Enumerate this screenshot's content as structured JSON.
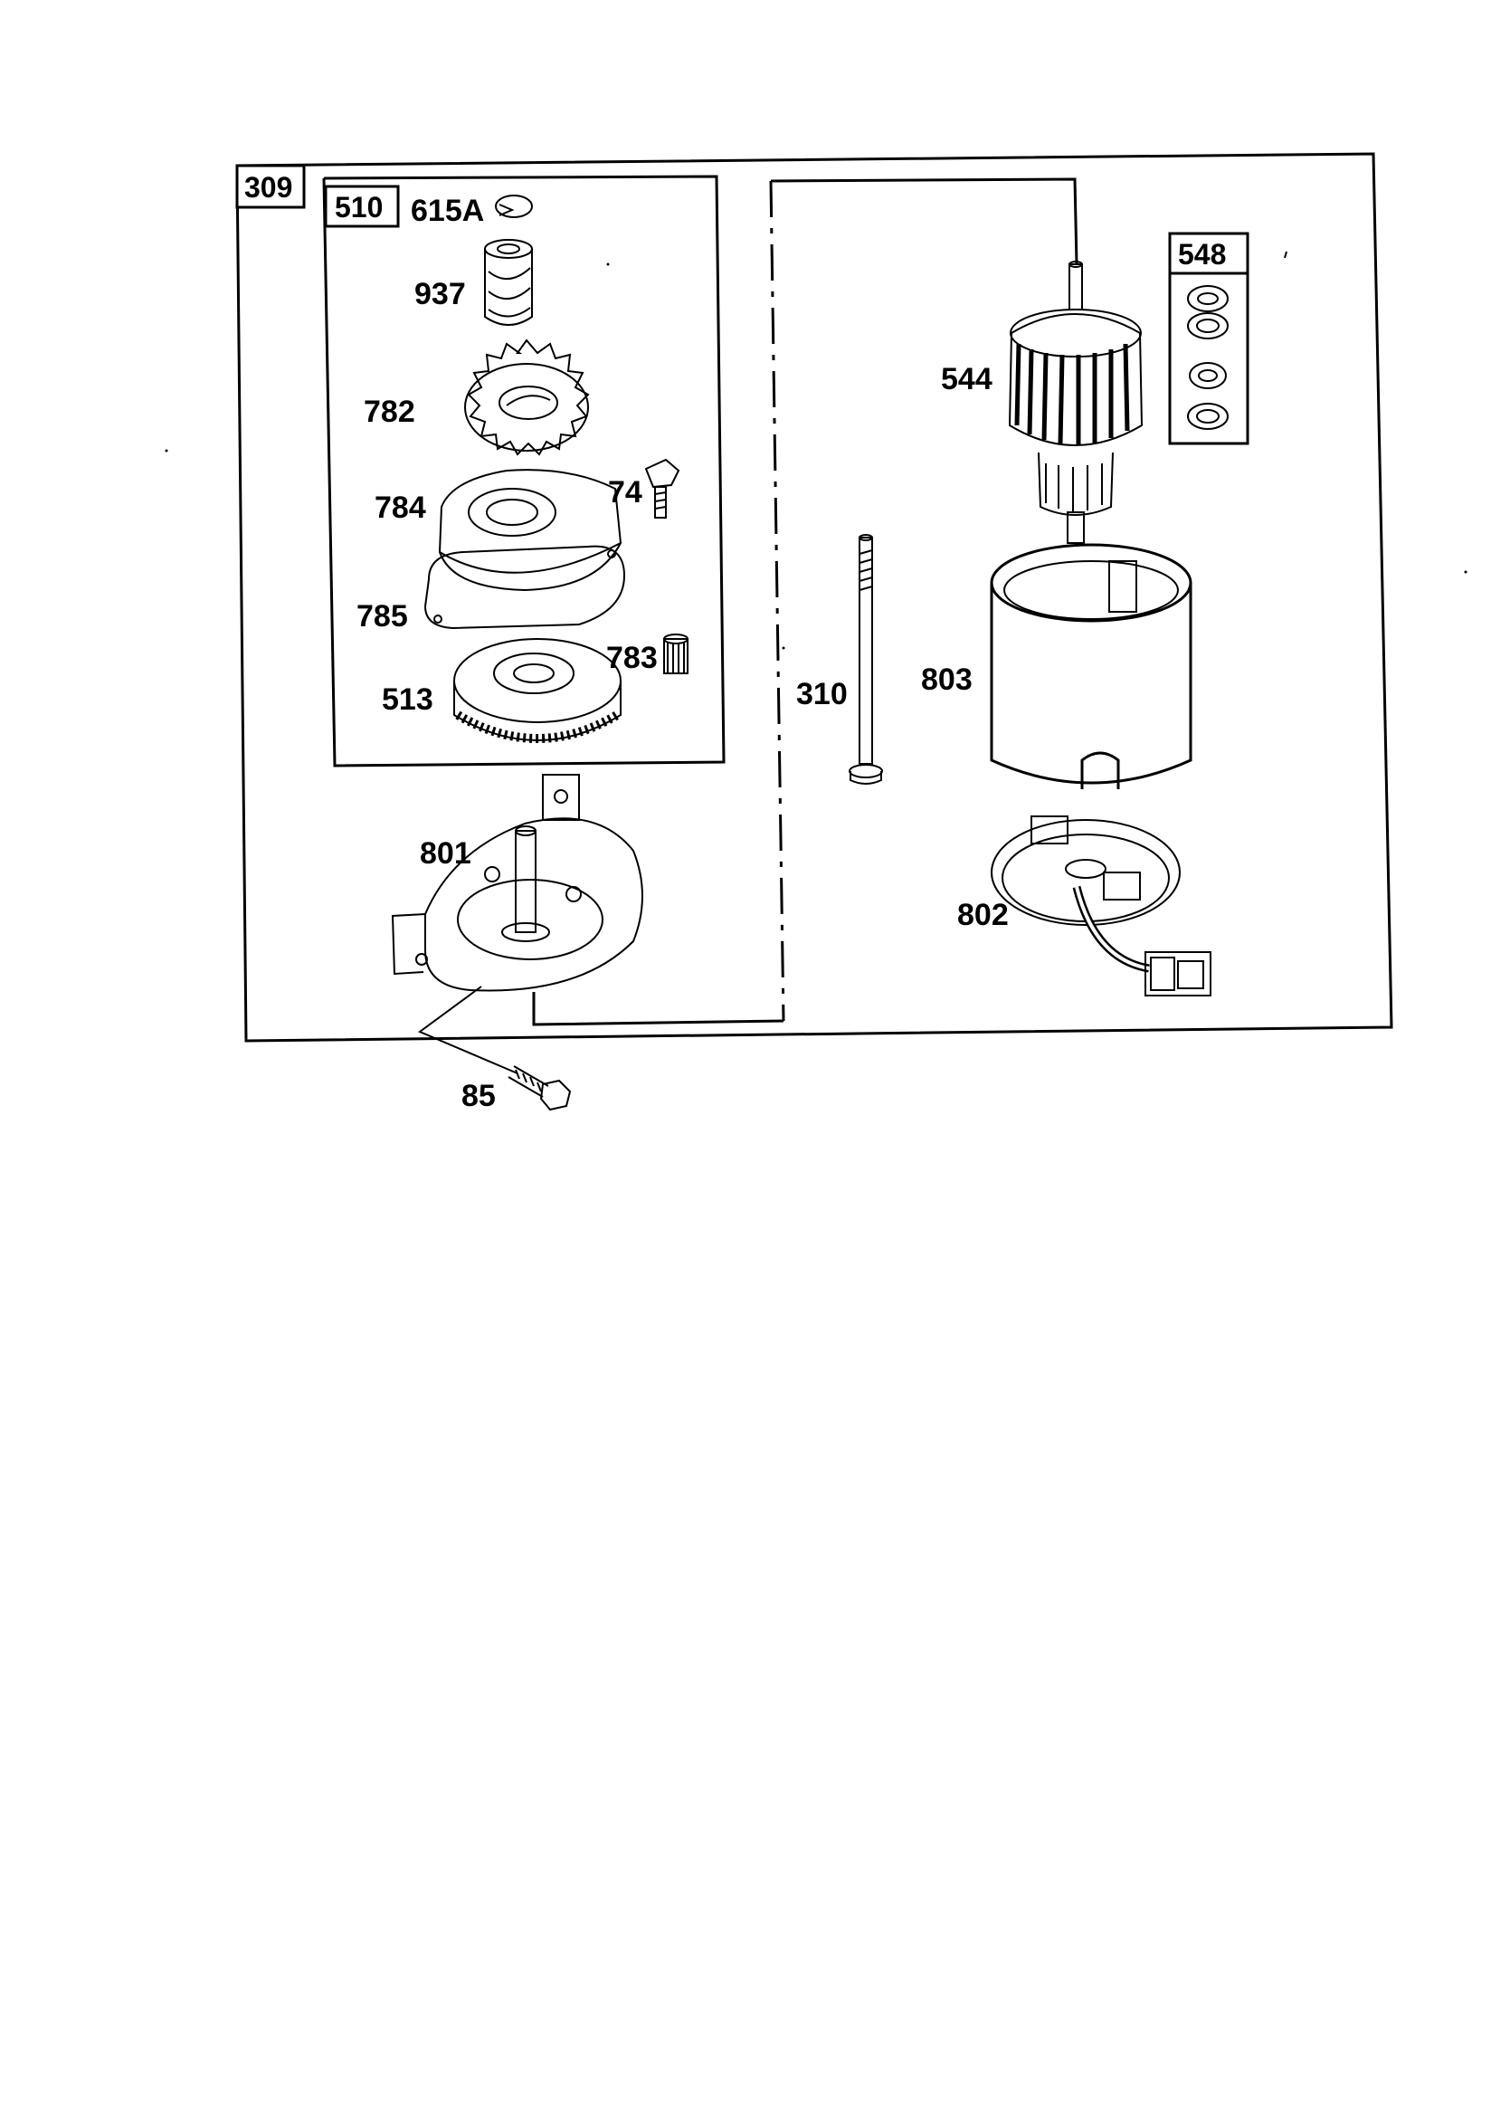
{
  "assembly_labels": {
    "outer": "309",
    "gear_kit": "510",
    "bearing_kit": "548"
  },
  "parts": {
    "p615A": "615A",
    "p937": "937",
    "p782": "782",
    "p784": "784",
    "p74": "74",
    "p785": "785",
    "p783": "783",
    "p513": "513",
    "p801": "801",
    "p85": "85",
    "p310": "310",
    "p544": "544",
    "p803": "803",
    "p802": "802"
  }
}
